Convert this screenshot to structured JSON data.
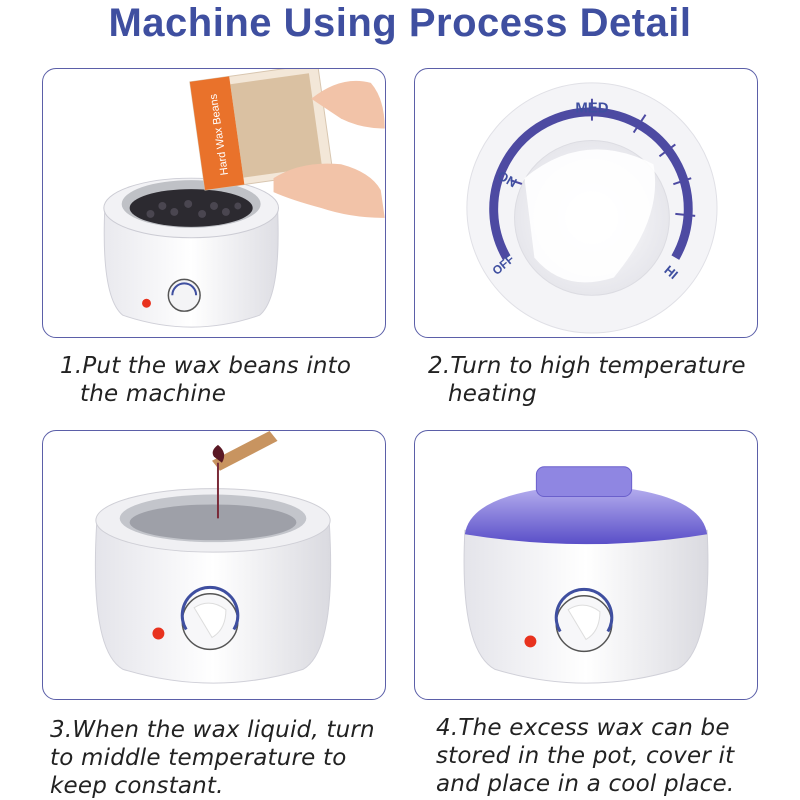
{
  "title": "Machine Using Process Detail",
  "steps": [
    {
      "line1": "1.Put the wax beans into",
      "line2": "the machine",
      "line3": ""
    },
    {
      "line1": "2.Turn to high temperature",
      "line2": "heating",
      "line3": ""
    },
    {
      "line1": "3.When the wax liquid, turn",
      "line2": "to middle temperature to",
      "line3": "keep constant."
    },
    {
      "line1": "4.The excess wax can be",
      "line2": "stored in the pot, cover it",
      "line3": "and place in a cool place."
    }
  ],
  "dial": {
    "off": "OFF",
    "on": "ON",
    "med": "MED",
    "hi": "HI"
  },
  "bag_label": "Hard Wax Beans",
  "colors": {
    "accent": "#3f4fa0",
    "border": "#5b5fa8",
    "indicator": "#e8321e",
    "lid": "#7b6fd6"
  }
}
